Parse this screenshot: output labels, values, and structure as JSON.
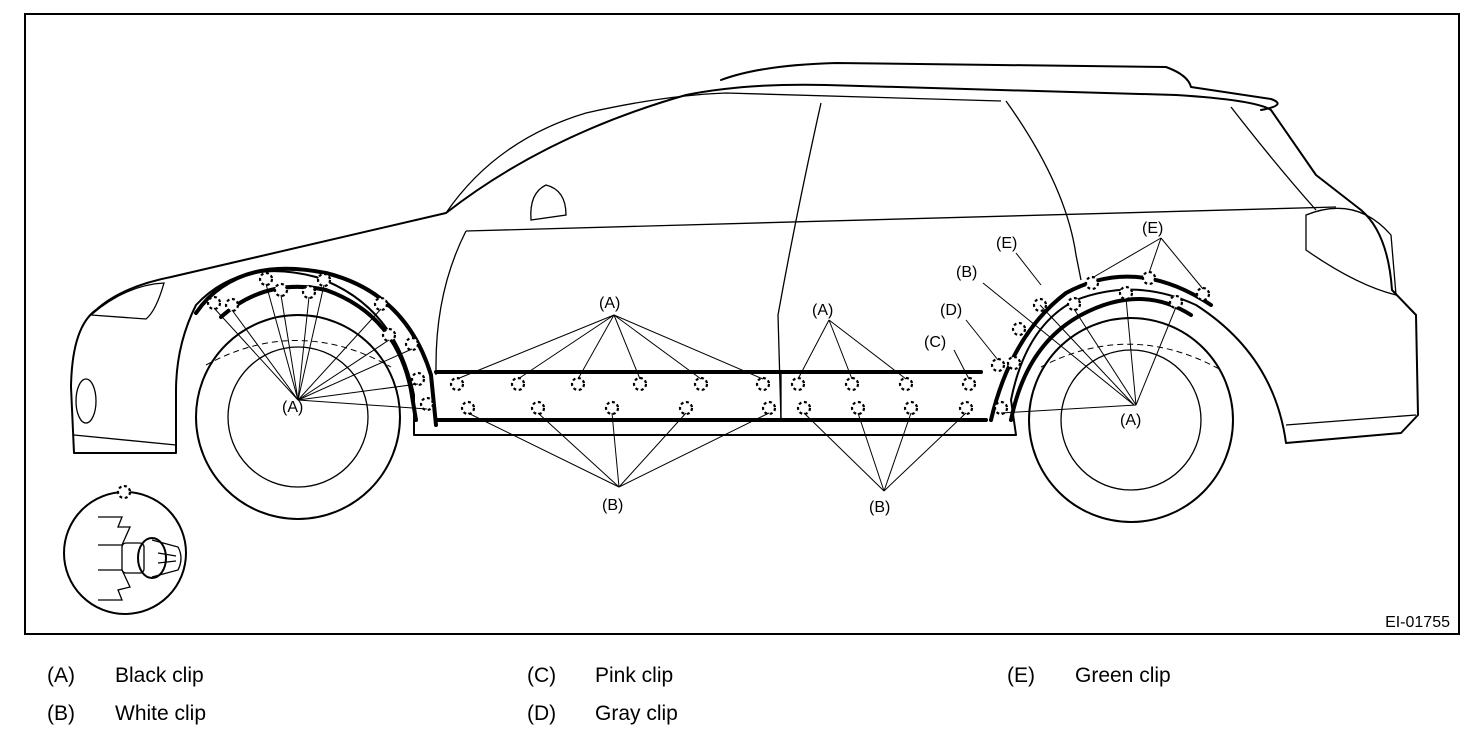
{
  "figure": {
    "code": "EI-01755",
    "callouts": {
      "a": "(A)",
      "b": "(B)",
      "c": "(C)",
      "d": "(D)",
      "e": "(E)"
    }
  },
  "legend": [
    {
      "key": "(A)",
      "text": "Black clip"
    },
    {
      "key": "(B)",
      "text": "White clip"
    },
    {
      "key": "(C)",
      "text": "Pink clip"
    },
    {
      "key": "(D)",
      "text": "Gray clip"
    },
    {
      "key": "(E)",
      "text": "Green clip"
    }
  ]
}
